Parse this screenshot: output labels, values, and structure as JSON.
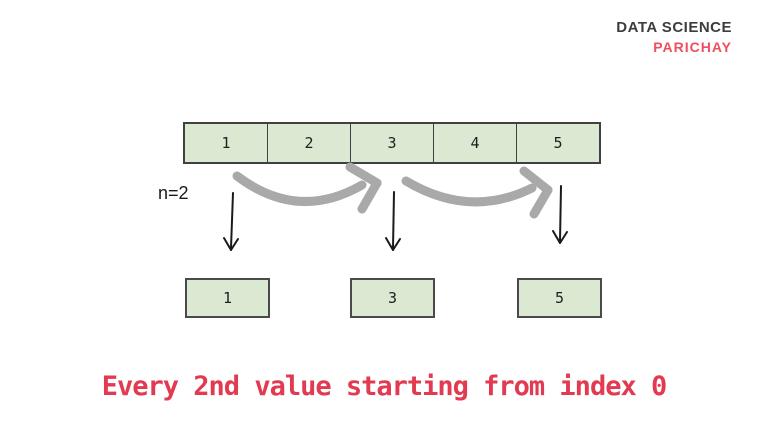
{
  "logo": {
    "line1": "DATA SCIENCE",
    "line2": "PARICHAY"
  },
  "diagram": {
    "source_array": [
      "1",
      "2",
      "3",
      "4",
      "5"
    ],
    "n_label": "n=2",
    "result_array": [
      "1",
      "3",
      "5"
    ],
    "selected_indices_note": "arrows point from source cells 1, 3, 5 down to result boxes"
  },
  "caption": "Every 2nd value starting from index 0",
  "colors": {
    "background": "#ffffff",
    "cell_fill": "#dbe8d2",
    "cell_border": "#404040",
    "caption_red": "#e23a50",
    "logo_text_dark": "#3d3d3d",
    "logo_text_red": "#f04d5e",
    "curved_arrow_gray": "#a9a9a9",
    "down_arrow_black": "#1a1a1a"
  }
}
